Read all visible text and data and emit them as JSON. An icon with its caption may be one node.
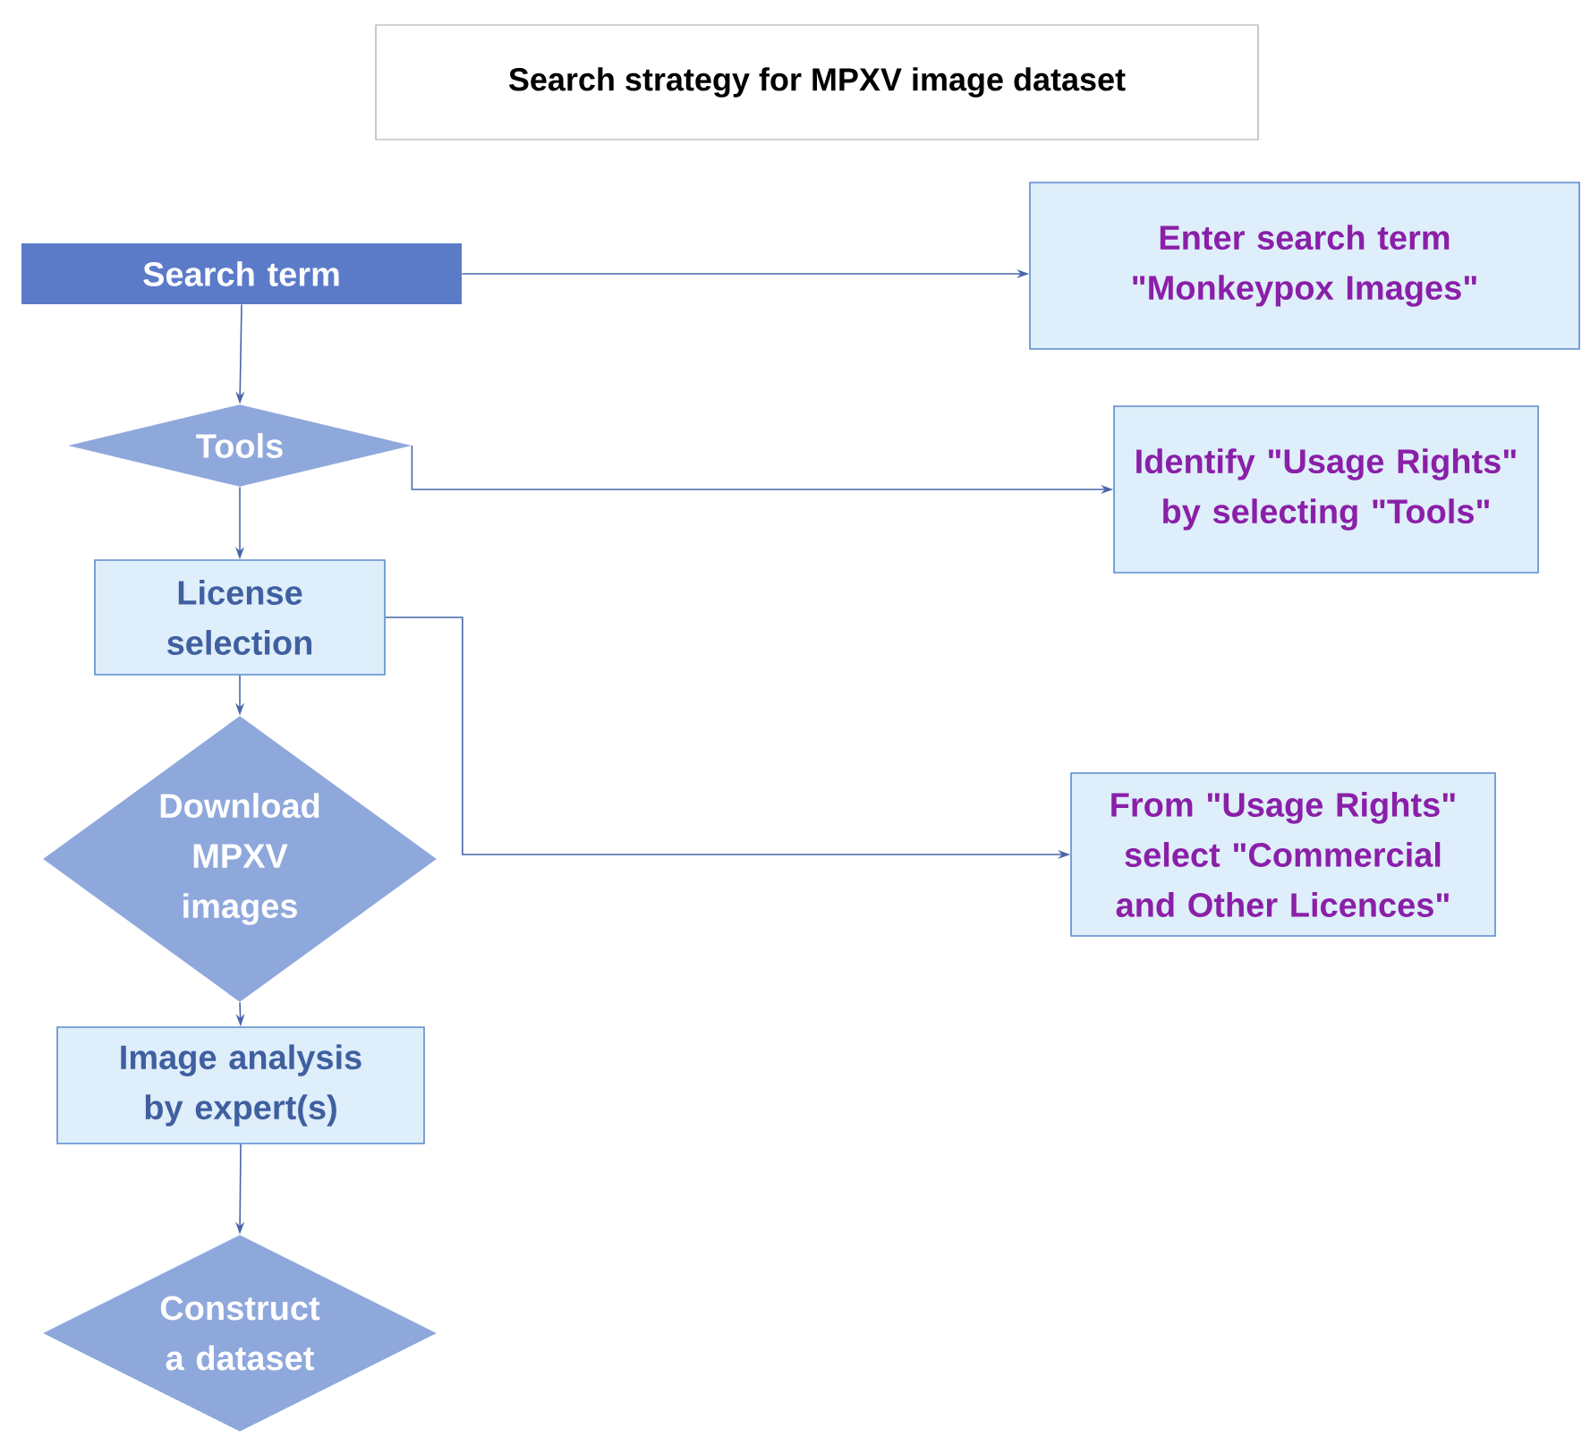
{
  "diagram": {
    "title": "Search strategy for MPXV image dataset",
    "nodes": [
      {
        "text": [
          "Search term"
        ]
      },
      {
        "text": [
          "Enter search term \"Monkeypox Images\""
        ]
      },
      {
        "text": [
          "Tools"
        ]
      },
      {
        "text": [
          "Identify \"Usage Rights\" by selecting \"Tools\""
        ]
      },
      {
        "text": [
          "License selection"
        ]
      },
      {
        "text": [
          "Download MPXV images"
        ]
      },
      {
        "text": [
          "From \"Usage Rights\" select \"Commercial and Other Licences\""
        ]
      },
      {
        "text": [
          "Image analysis by expert(s)"
        ]
      },
      {
        "text": [
          "Construct a dataset"
        ]
      }
    ],
    "edges": [
      {
        "from": 0,
        "to": 1,
        "arrow": "to"
      },
      {
        "from": 0,
        "to": 2,
        "arrow": "to"
      },
      {
        "from": 2,
        "to": 3,
        "arrow": "to"
      },
      {
        "from": 2,
        "to": 4,
        "arrow": "to"
      },
      {
        "from": 4,
        "to": 6,
        "arrow": "to"
      },
      {
        "from": 4,
        "to": 5,
        "arrow": "to"
      },
      {
        "from": 5,
        "to": 7,
        "arrow": "to"
      },
      {
        "from": 7,
        "to": 8,
        "arrow": "to"
      }
    ]
  }
}
